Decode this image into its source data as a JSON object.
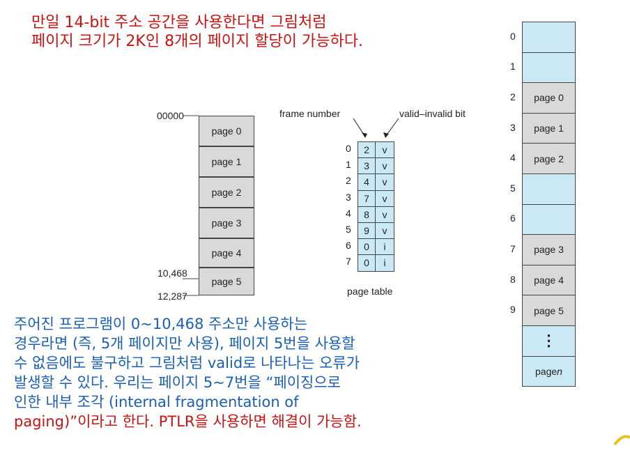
{
  "title": {
    "line1": "만일 14-bit 주소 공간을 사용한다면 그림처럼",
    "line2": "페이지 크기가 2K인 8개의 페이지 할당이 가능하다."
  },
  "logical_memory": {
    "start_label": "00000",
    "end_label_1": "10,468",
    "end_label_2": "12,287",
    "pages": [
      "page 0",
      "page 1",
      "page 2",
      "page 3",
      "page 4",
      "page 5"
    ]
  },
  "page_table": {
    "frame_number_label": "frame number",
    "valid_bit_label": "valid–invalid bit",
    "caption": "page table",
    "rows": [
      {
        "index": "0",
        "frame": "2",
        "bit": "v"
      },
      {
        "index": "1",
        "frame": "3",
        "bit": "v"
      },
      {
        "index": "2",
        "frame": "4",
        "bit": "v"
      },
      {
        "index": "3",
        "frame": "7",
        "bit": "v"
      },
      {
        "index": "4",
        "frame": "8",
        "bit": "v"
      },
      {
        "index": "5",
        "frame": "9",
        "bit": "v"
      },
      {
        "index": "6",
        "frame": "0",
        "bit": "i"
      },
      {
        "index": "7",
        "frame": "0",
        "bit": "i"
      }
    ]
  },
  "physical_memory": {
    "rows": [
      {
        "index": "0",
        "label": ""
      },
      {
        "index": "1",
        "label": ""
      },
      {
        "index": "2",
        "label": "page 0"
      },
      {
        "index": "3",
        "label": "page 1"
      },
      {
        "index": "4",
        "label": "page 2"
      },
      {
        "index": "5",
        "label": ""
      },
      {
        "index": "6",
        "label": ""
      },
      {
        "index": "7",
        "label": "page 3"
      },
      {
        "index": "8",
        "label": "page 4"
      },
      {
        "index": "9",
        "label": "page 5"
      },
      {
        "index": "",
        "label": "⋮"
      },
      {
        "index": "",
        "label": "page n"
      }
    ]
  },
  "description": {
    "line1": "주어진 프로그램이 0~10,468 주소만 사용하는",
    "line2": "경우라면 (즉, 5개 페이지만 사용), 페이지 5번을 사용할",
    "line3": "수 없음에도 불구하고 그림처럼 valid로 나타나는 오류가",
    "line4": "발생할 수 있다. 우리는 페이지 5~7번을 “페이징으로",
    "line5": "인한 내부 조각 (internal fragmentation of",
    "line6_a": "paging)”이라고 한다. ",
    "line6_b": "PTLR",
    "line6_c": "을 사용하면 해결이 가능함."
  },
  "colors": {
    "red": "#cc1111",
    "blue": "#1a5fb4",
    "gray_cell": "#d9d9d9",
    "blue_cell": "#cbe9f5"
  }
}
